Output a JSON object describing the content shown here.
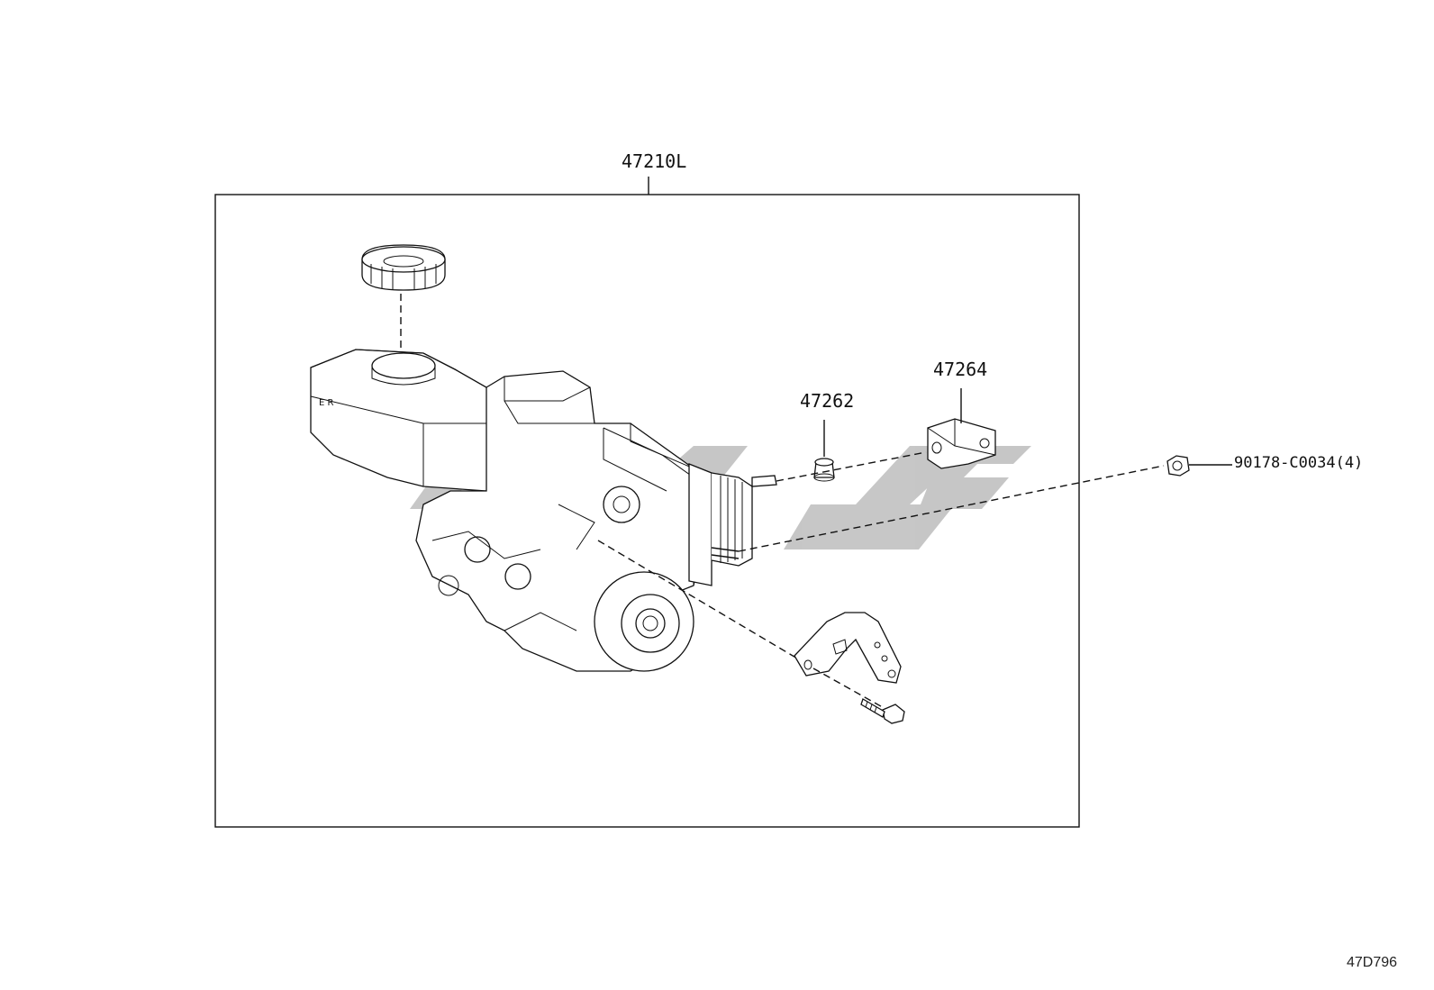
{
  "labels": {
    "assembly": "47210L",
    "boot": "47262",
    "clevis": "47264",
    "nut": "90178-C0034(4)"
  },
  "watermark": {
    "color": "#bdbdbd"
  },
  "reference_code": "47D796"
}
